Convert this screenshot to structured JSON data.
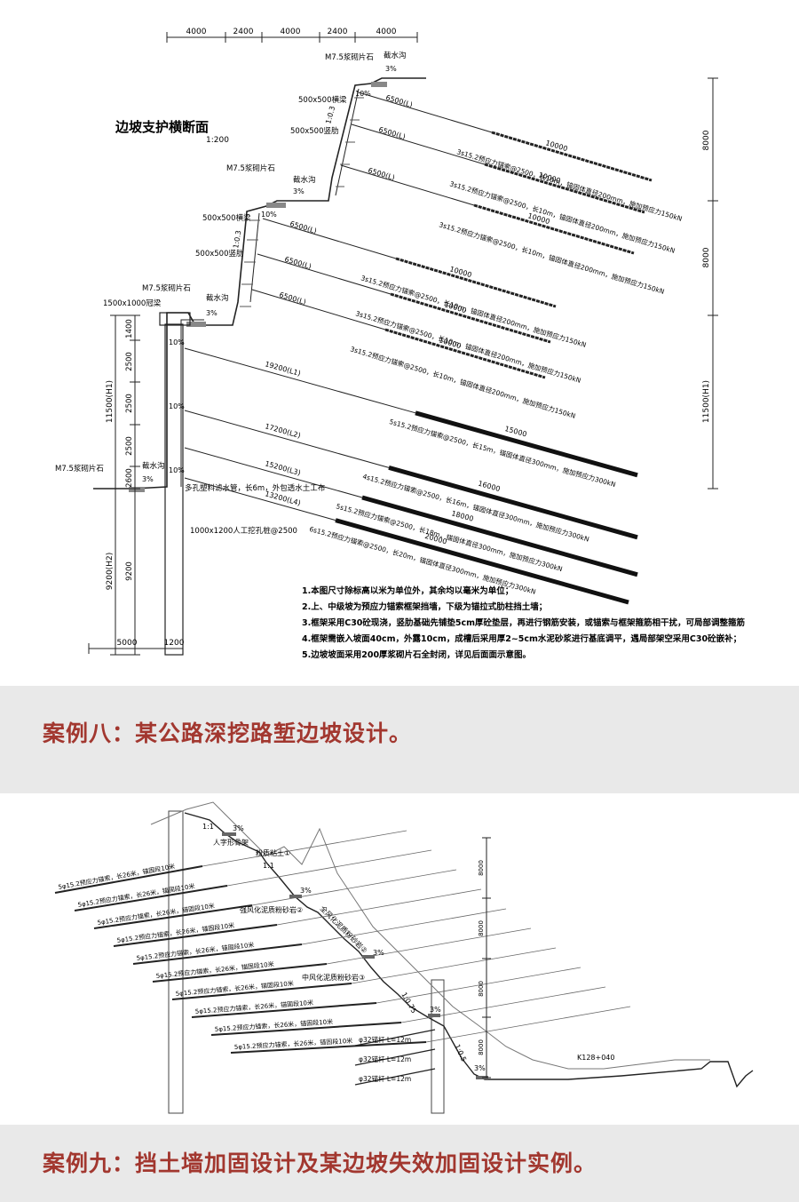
{
  "drawing1": {
    "title": "边坡支护横断面",
    "scale": "1:200",
    "top_dims": [
      "4000",
      "2400",
      "4000",
      "2400",
      "4000"
    ],
    "bottom_dims": [
      "5000",
      "1200"
    ],
    "right_dims": [
      "8000",
      "8000",
      "11500(H1)"
    ],
    "left_dims": [
      "11500(H1)",
      "9200(H2)"
    ],
    "left_segments": [
      "1400",
      "2500",
      "2500",
      "2500",
      "2600",
      "9200"
    ],
    "labels": {
      "masonry": "M7.5浆砌片石",
      "ditch": "截水沟",
      "beam": "500x500横梁",
      "rib": "500x500竖肋",
      "crown_beam": "1500x1000冠梁",
      "slope_ratio": "1:0.3",
      "grade": "3%",
      "grade_10": "10%",
      "drain_pipe": "多孔塑料滤水管，长6m，外包透水土工布",
      "pile": "1000x1200人工挖孔桩@2500"
    },
    "anchors_upper": [
      {
        "free": "6500(L)",
        "bond": "10000",
        "spec": "3s15.2预应力锚索@2500，长10m，锚固体直径200mm，施加预应力150kN"
      },
      {
        "free": "6500(L)",
        "bond": "10000",
        "spec": "3s15.2预应力锚索@2500，长10m，锚固体直径200mm，施加预应力150kN"
      },
      {
        "free": "6500(L)",
        "bond": "10000",
        "spec": "3s15.2预应力锚索@2500，长10m，锚固体直径200mm，施加预应力150kN"
      },
      {
        "free": "6500(L)",
        "bond": "10000",
        "spec": "3s15.2预应力锚索@2500，长10m，锚固体直径200mm，施加预应力150kN"
      },
      {
        "free": "6500(L)",
        "bond": "10000",
        "spec": "3s15.2预应力锚索@2500，长10m，锚固体直径200mm，施加预应力150kN"
      },
      {
        "free": "6500(L)",
        "bond": "10000",
        "spec": "3s15.2预应力锚索@2500，长10m，锚固体直径200mm，施加预应力150kN"
      }
    ],
    "anchors_lower": [
      {
        "free": "19200(L1)",
        "bond": "15000",
        "spec": "5s15.2预应力锚索@2500，长15m，锚固体直径300mm，施加预应力300kN"
      },
      {
        "free": "17200(L2)",
        "bond": "16000",
        "spec": "4s15.2预应力锚索@2500，长16m，锚固体直径300mm，施加预应力300kN"
      },
      {
        "free": "15200(L3)",
        "bond": "18000",
        "spec": "5s15.2预应力锚索@2500，长18m，锚固体直径300mm，施加预应力300kN"
      },
      {
        "free": "13200(L4)",
        "bond": "20000",
        "spec": "6s15.2预应力锚索@2500，长20m，锚固体直径300mm，施加预应力300kN"
      }
    ],
    "notes": [
      "1.本图尺寸除标高以米为单位外，其余均以毫米为单位；",
      "2.上、中级坡为预应力锚索框架挡墙，下级为锚拉式肋柱挡土墙；",
      "3.框架采用C30砼现浇，竖肋基础先铺垫5cm厚砼垫层，再进行钢筋安装，或锚索与框架箍筋相干扰，可局部调整箍筋",
      "4.框架需嵌入坡面40cm，外露10cm，成槽后采用厚2~5cm水泥砂浆进行基底调平，遇局部架空采用C30砼嵌补；",
      "5.边坡坡面采用200厚浆砌片石全封闭，详见后面面示意图。"
    ]
  },
  "caption1": "案例八：某公路深挖路堑边坡设计。",
  "drawing2": {
    "anchor_label": "5φ15.2预应力锚索，长26米，锚固段10米",
    "anchor_count": 10,
    "rods": [
      "φ32锚杆  L=12m",
      "φ32锚杆  L=12m",
      "φ32锚杆  L=12m"
    ],
    "labels": {
      "slope_top": "1:1",
      "ratio_mid": "1:1",
      "ratio_lower": "1:0.75",
      "ratio_bottom": "1:0.5",
      "grade": "3%",
      "wall": "人字形骨架",
      "soil1": "粉质粘土①",
      "soil2": "强风化泥质粉砂岩②",
      "soil3": "全风化泥质粉砂岩②",
      "soil4": "中风化泥质粉砂岩③",
      "station": "K128+040",
      "right_dims": [
        "8000",
        "8000",
        "8000",
        "8000"
      ]
    }
  },
  "caption2": "案例九：挡土墙加固设计及某边坡失效加固设计实例。"
}
